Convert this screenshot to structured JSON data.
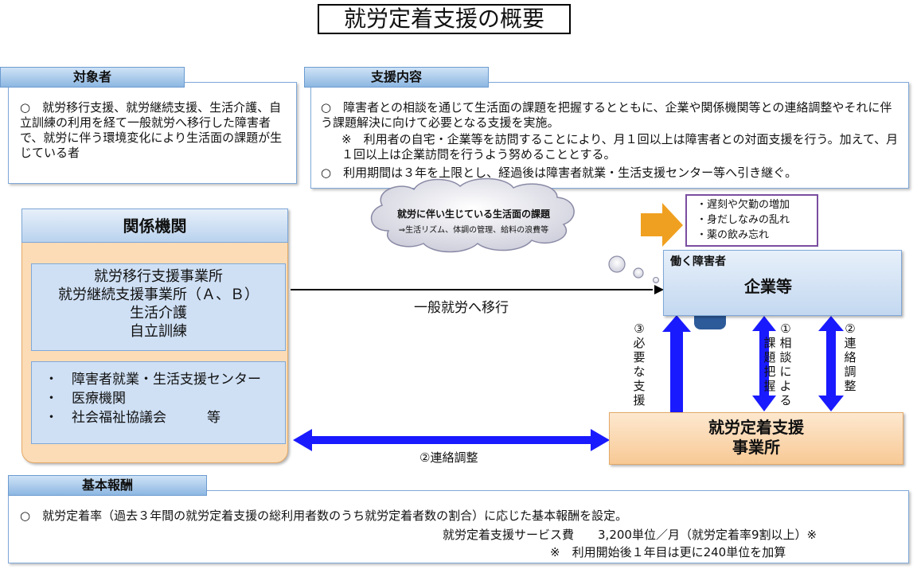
{
  "title": "就労定着支援の概要",
  "target": {
    "header": "対象者",
    "text": "○　就労移行支援、就労継続支援、生活介護、自立訓練の利用を経て一般就労へ移行した障害者で、就労に伴う環境変化により生活面の課題が生じている者"
  },
  "support": {
    "header": "支援内容",
    "line1": "○　障害者との相談を通じて生活面の課題を把握するとともに、企業や関係機関等との連絡調整やそれに伴う課題解決に向けて必要となる支援を実施。",
    "line2": "※　利用者の自宅・企業等を訪問することにより、月１回以上は障害者との対面支援を行う。加えて、月１回以上は企業訪問を行うよう努めることとする。",
    "line3": "○　利用期間は３年を上限とし、経過後は障害者就業・生活支援センター等へ引き継ぐ。"
  },
  "kankei": {
    "header": "関係機関",
    "group1": [
      "就労移行支援事業所",
      "就労継続支援事業所（Ａ、Ｂ）",
      "生活介護",
      "自立訓練"
    ],
    "group2": [
      "・　障害者就業・生活支援センター",
      "・　医療機関",
      "・　社会福祉協議会　　　等"
    ]
  },
  "cloud": {
    "title": "就労に伴い生じている生活面の課題",
    "sub": "⇒生活リズム、体調の管理、給料の浪費等"
  },
  "issues": [
    "・遅刻や欠勤の増加",
    "・身だしなみの乱れ",
    "・薬の飲み忘れ"
  ],
  "company": {
    "worker_label": "働く障害者",
    "name": "企業等"
  },
  "arrow_transition": "一般就労へ移行",
  "vertical_labels": {
    "v3": [
      "③",
      "必",
      "要",
      "な",
      "支",
      "援"
    ],
    "v1a": [
      "①",
      "相",
      "談",
      "に",
      "よ",
      "る"
    ],
    "v1b": [
      "課",
      "題",
      "把",
      "握"
    ],
    "v2": [
      "②",
      "連",
      "絡",
      "調",
      "整"
    ]
  },
  "office": {
    "line1": "就労定着支援",
    "line2": "事業所"
  },
  "horizontal_label": "②連絡調整",
  "basic": {
    "header": "基本報酬",
    "line1": "○　就労定着率（過去３年間の就労定着支援の総利用者数のうち就労定着者数の割合）に応じた基本報酬を設定。",
    "line2": "就労定着支援サービス費　　3,200単位／月（就労定着率9割以上）※",
    "line3": "※　利用開始後１年目は更に240単位を加算"
  },
  "colors": {
    "arrow_blue": "#1a1aff",
    "orange_arrow": "#f0a020",
    "orange_box": "#fbdcb6",
    "blue_box": "#cfe0f5",
    "issue_border": "#7a4ea0"
  }
}
